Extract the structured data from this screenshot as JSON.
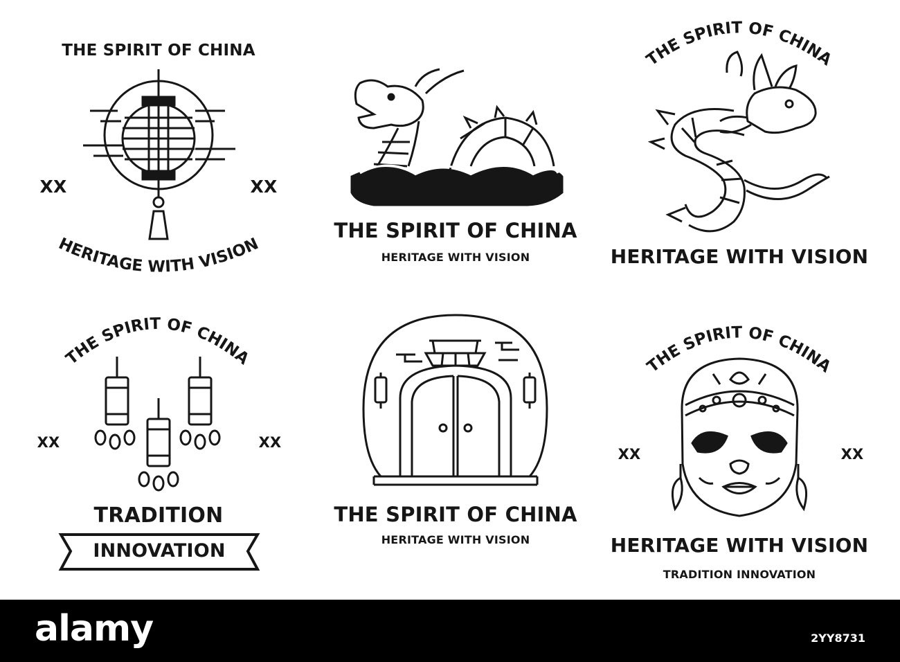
{
  "badges": [
    {
      "id": "lantern-badge",
      "top_arc": "THE SPIRIT OF CHINA",
      "bottom_arc": "HERITAGE WITH VISION",
      "left_mark": "XX",
      "right_mark": "XX"
    },
    {
      "id": "dragon-waves-badge",
      "title": "THE SPIRIT OF CHINA",
      "subtitle": "HERITAGE WITH VISION"
    },
    {
      "id": "coiled-dragon-badge",
      "top_arc": "THE SPIRIT OF CHINA",
      "title": "HERITAGE WITH VISION"
    },
    {
      "id": "hanging-lanterns-badge",
      "top_arc": "THE SPIRIT OF CHINA",
      "left_mark": "XX",
      "right_mark": "XX",
      "title": "TRADITION",
      "ribbon": "INNOVATION"
    },
    {
      "id": "gate-badge",
      "title": "THE SPIRIT OF CHINA",
      "subtitle": "HERITAGE WITH VISION"
    },
    {
      "id": "mask-badge",
      "top_arc": "THE SPIRIT OF CHINA",
      "left_mark": "XX",
      "right_mark": "XX",
      "title": "HERITAGE WITH VISION",
      "subtitle": "TRADITION INNOVATION"
    }
  ],
  "footer": {
    "logo": "alamy",
    "image_id": "2YY8731"
  },
  "colors": {
    "ink": "#161616",
    "background": "#ffffff",
    "footer_bg": "#000000"
  }
}
